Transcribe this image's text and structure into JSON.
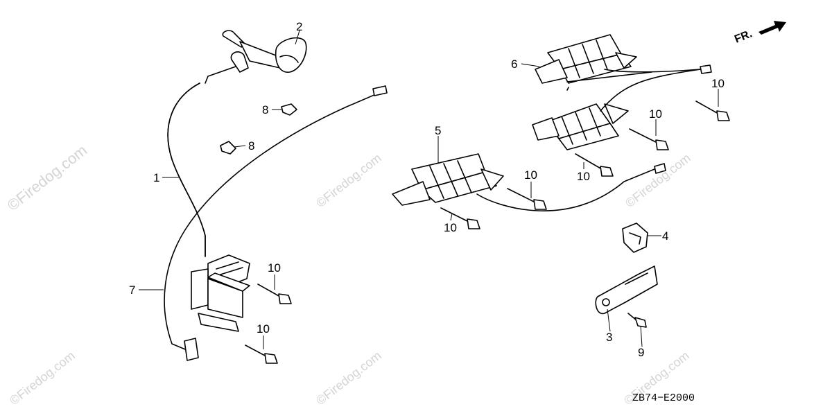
{
  "watermark": "©Firedog.com",
  "diagram_code": "ZB74−E2000",
  "direction_label": "FR.",
  "callouts": [
    "1",
    "2",
    "3",
    "4",
    "5",
    "6",
    "7",
    "8",
    "8",
    "9",
    "10",
    "10",
    "10",
    "10",
    "10",
    "10",
    "10"
  ]
}
